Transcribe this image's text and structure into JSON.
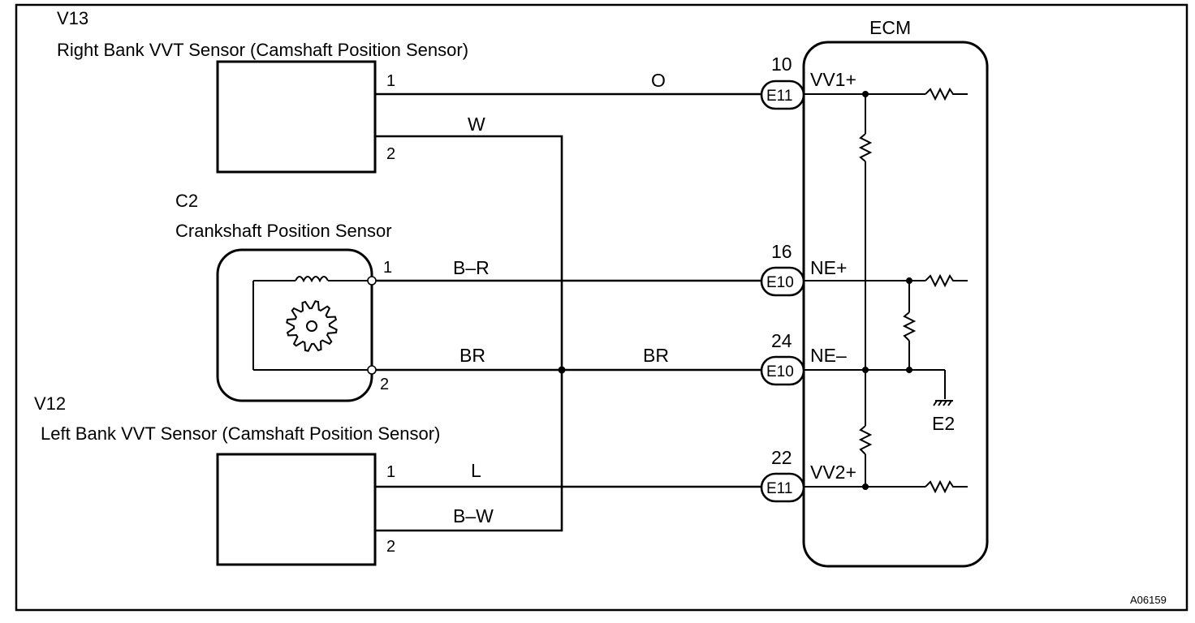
{
  "components": {
    "v13": {
      "code": "V13",
      "name": "Right Bank VVT Sensor (Camshaft Position Sensor)",
      "pin1": "1",
      "pin2": "2"
    },
    "c2": {
      "code": "C2",
      "name": "Crankshaft Position Sensor",
      "pin1": "1",
      "pin2": "2"
    },
    "v12": {
      "code": "V12",
      "name": "Left Bank VVT Sensor (Camshaft Position Sensor)",
      "pin1": "1",
      "pin2": "2"
    },
    "ecm": {
      "name": "ECM"
    }
  },
  "wires": {
    "o": "O",
    "w": "W",
    "b_r": "B–R",
    "br_left": "BR",
    "br_right": "BR",
    "l": "L",
    "b_w": "B–W"
  },
  "ecm_pins": [
    {
      "number": "10",
      "connector": "E11",
      "terminal": "VV1+"
    },
    {
      "number": "16",
      "connector": "E10",
      "terminal": "NE+"
    },
    {
      "number": "24",
      "connector": "E10",
      "terminal": "NE–"
    },
    {
      "number": "22",
      "connector": "E11",
      "terminal": "VV2+"
    }
  ],
  "ground": "E2",
  "figure_code": "A06159"
}
